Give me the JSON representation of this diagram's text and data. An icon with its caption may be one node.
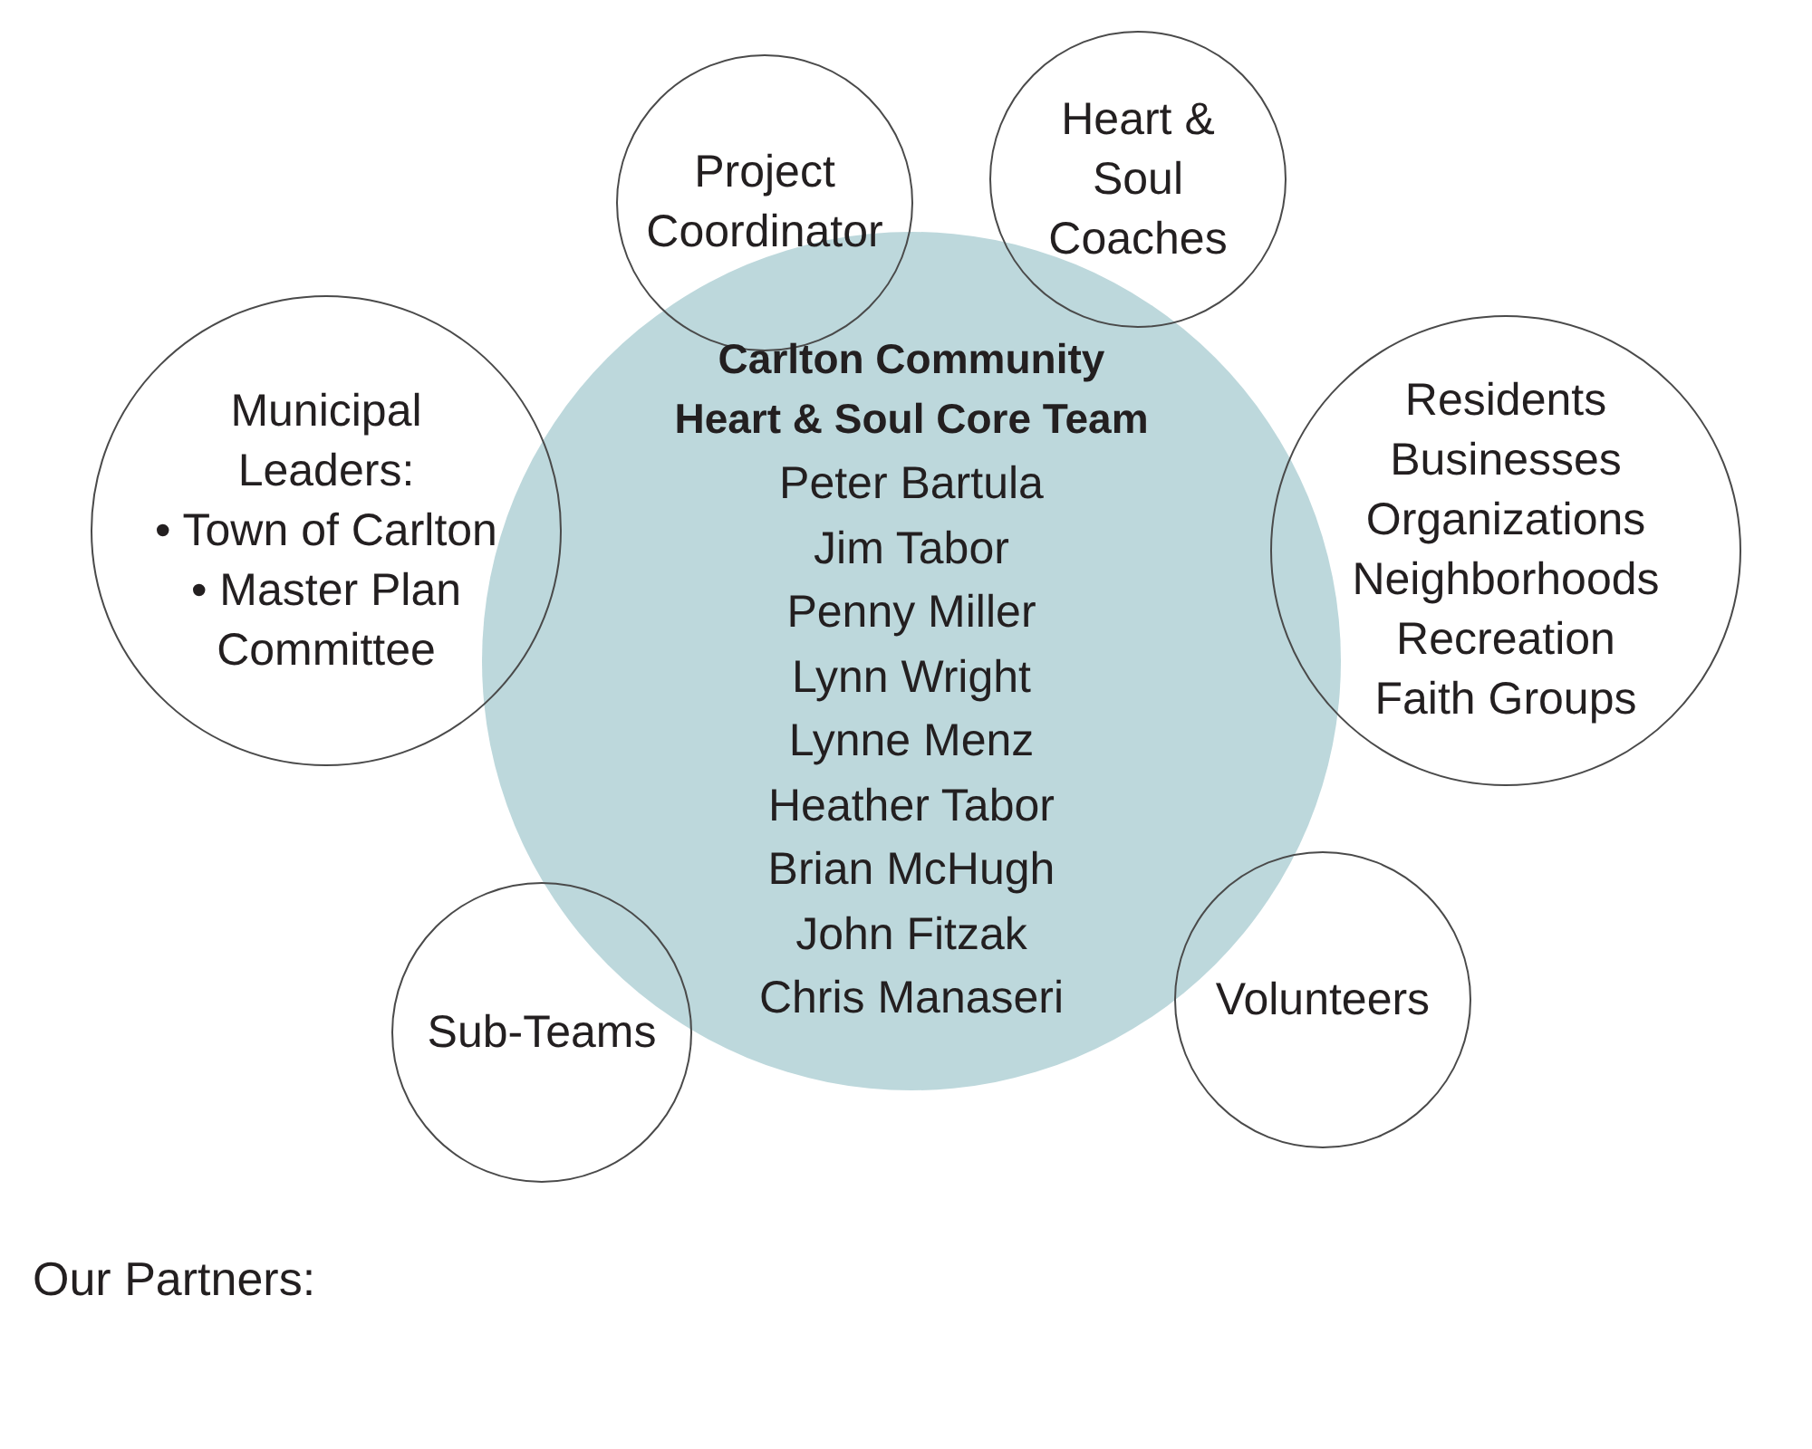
{
  "diagram": {
    "nodes": [
      {
        "text": [
          "Project Coordinator"
        ]
      },
      {
        "text": [
          "Heart & Soul Coaches"
        ]
      },
      {
        "text": [
          "Municipal Leaders:",
          "• Town of Carlton",
          "• Master Plan Committee"
        ]
      },
      {
        "text": [
          "Carlton Community Heart & Soul Core Team",
          "Peter Bartula",
          "Jim Tabor",
          "Penny Miller",
          "Lynn Wright",
          "Lynne Menz",
          "Heather Tabor",
          "Brian McHugh",
          "John Fitzak",
          "Chris Manaseri"
        ]
      },
      {
        "text": [
          "Residents",
          "Businesses",
          "Organizations",
          "Neighborhoods",
          "Recreation",
          "Faith Groups"
        ]
      },
      {
        "text": [
          "Sub-Teams"
        ]
      },
      {
        "text": [
          "Volunteers"
        ]
      }
    ],
    "labels": [
      "Our Partners:"
    ]
  }
}
